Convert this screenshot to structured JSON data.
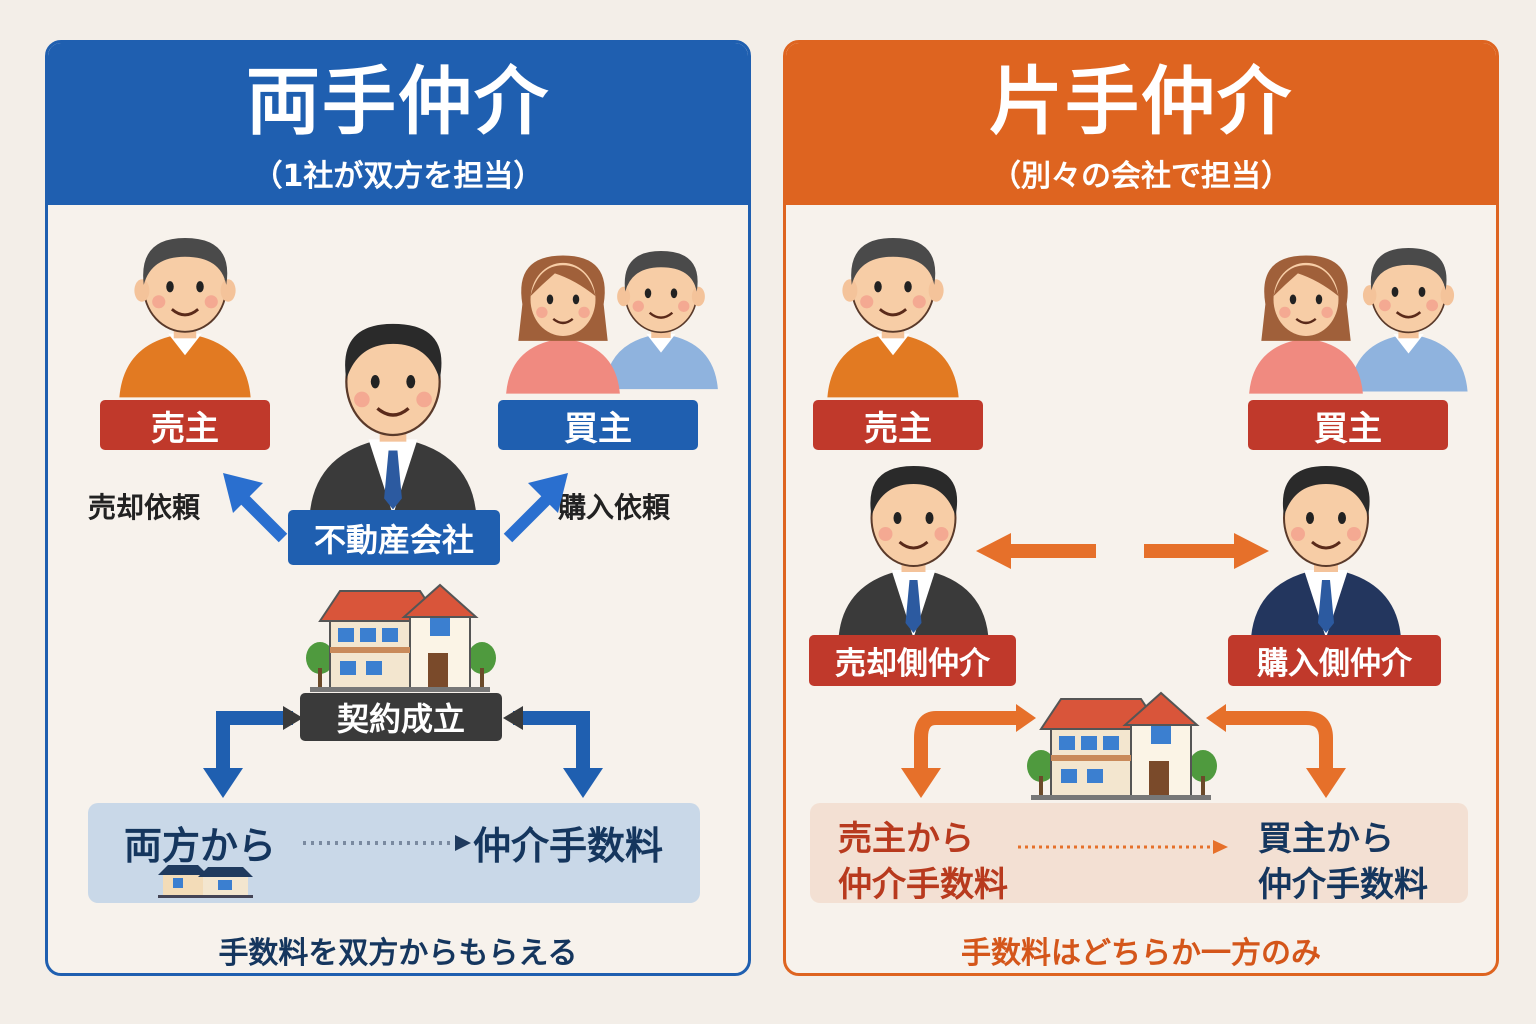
{
  "colors": {
    "blue": "#1f5fb0",
    "orange": "#de6420",
    "red": "#c0392b",
    "dark": "#3a3a3a"
  },
  "left": {
    "title": "両手仲介",
    "subtitle": "（1社が双方を担当）",
    "seller": "売主",
    "buyer": "買主",
    "agent": "不動産会社",
    "sell_request": "売却依頼",
    "buy_request": "購入依頼",
    "contract": "契約成立",
    "fee_from": "両方から",
    "fee": "仲介手数料",
    "summary": "手数料を双方からもらえる"
  },
  "right": {
    "title": "片手仲介",
    "subtitle": "（別々の会社で担当）",
    "seller": "売主",
    "buyer": "買主",
    "sell_agent": "売却側仲介",
    "buy_agent": "購入側仲介",
    "fee_seller_from": "売主から",
    "fee_seller": "仲介手数料",
    "fee_buyer_from": "買主から",
    "fee_buyer": "仲介手数料",
    "summary": "手数料はどちらか一方のみ"
  }
}
